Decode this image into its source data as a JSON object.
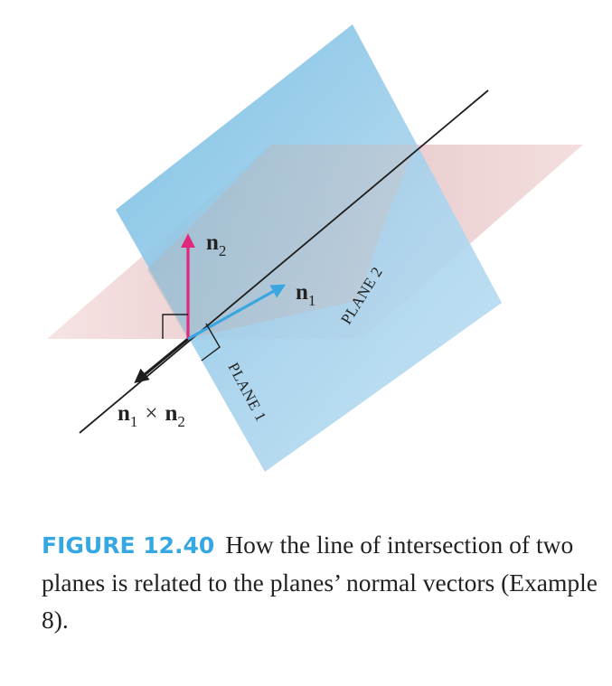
{
  "colors": {
    "plane1": "#66b6df",
    "plane2": "#ddb3b5",
    "vector_n1": "#3aa6e0",
    "vector_n2": "#e0287d",
    "line": "#1e1e1e",
    "caption_label": "#35a7e3"
  },
  "labels": {
    "n2_base": "n",
    "n2_sub": "2",
    "n1_base": "n",
    "n1_sub": "1",
    "cross_base1": "n",
    "cross_sub1": "1",
    "cross_op": "×",
    "cross_base2": "n",
    "cross_sub2": "2",
    "plane1": "PLANE 1",
    "plane2": "PLANE 2"
  },
  "caption": {
    "figure_number": "FIGURE 12.40",
    "text": "How the line of intersection of two planes is related to the planes’ normal vectors (Example 8)."
  }
}
